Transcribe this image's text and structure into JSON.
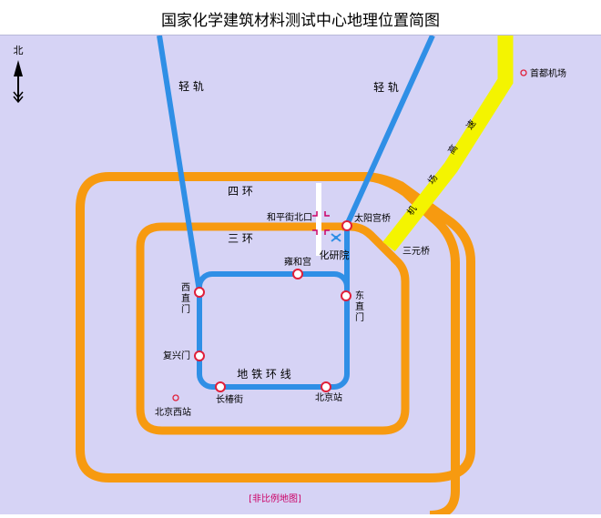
{
  "title": "国家化学建筑材料测试中心地理位置简图",
  "colors": {
    "background": "#d6d3f5",
    "ring_road": "#f79a10",
    "subway": "#2f8fe6",
    "airport_expressway": "#f4f400",
    "station_red": "#e0203a",
    "label_magenta": "#cc0066"
  },
  "labels": {
    "north": "北",
    "light_rail_left": "轻 轨",
    "light_rail_right": "轻 轨",
    "fourth_ring": "四 环",
    "third_ring": "三 环",
    "subway_loop": "地 铁 环 线",
    "expressway_chars": [
      "机",
      "场",
      "高",
      "速"
    ],
    "sanyuan_bridge": "三元桥",
    "airport": "首都机场",
    "beijing_west": "北京西站",
    "institute": "化研院",
    "not_to_scale": "[非比例地图]"
  },
  "stations": {
    "heping_beikou": "和平街北口",
    "taiyang_gongqiao": "太阳宫桥",
    "yonghe_gong": "雍和宫",
    "xizhimen": [
      "西",
      "直",
      "门"
    ],
    "dongzhimen": [
      "东",
      "直",
      "门"
    ],
    "fuxingmen": "复兴门",
    "changchun_jie": "长椿街",
    "beijing_zhan": "北京站"
  },
  "icons": {
    "north_arrow": "north-arrow-icon",
    "station": "subway-station-icon",
    "place": "place-dot-icon",
    "institute": "institute-logo-icon"
  }
}
